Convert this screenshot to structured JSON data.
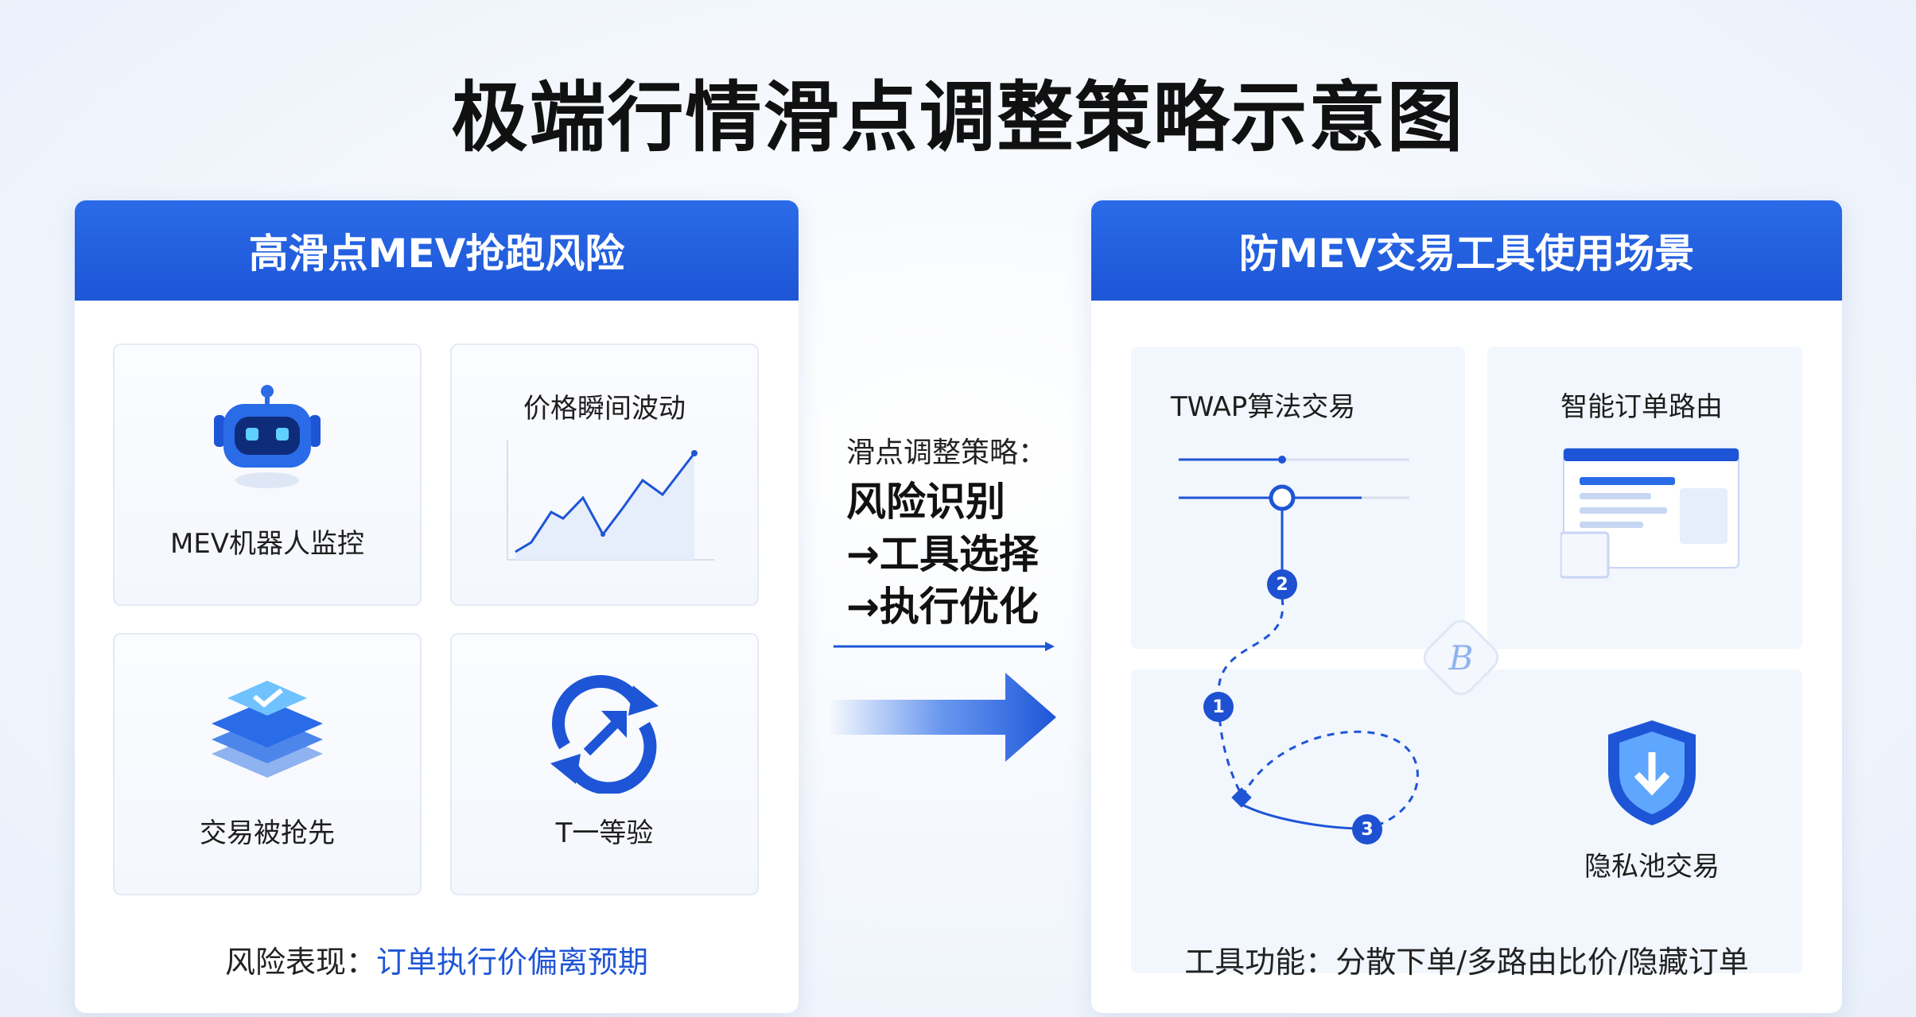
{
  "title": "极端行情滑点调整策略示意图",
  "left_panel": {
    "header": "高滑点MEV抢跑风险",
    "cards": [
      {
        "label": "MEV机器人监控",
        "icon": "robot-icon"
      },
      {
        "label": "价格瞬间波动",
        "icon": "line-chart-icon"
      },
      {
        "label": "交易被抢先",
        "icon": "layers-icon"
      },
      {
        "label": "T一等验",
        "icon": "refresh-arrows-icon"
      }
    ],
    "footer_prefix": "风险表现：",
    "footer_text": "订单执行价偏离预期"
  },
  "middle": {
    "caption": "滑点调整策略：",
    "step1": "风险识别",
    "step2": "→工具选择",
    "step3": "→执行优化"
  },
  "right_panel": {
    "header": "防MEV交易工具使用场景",
    "zones": [
      {
        "label": "TWAP算法交易",
        "icon": "slider-icon"
      },
      {
        "label": "智能订单路由",
        "icon": "browser-window-icon"
      },
      {
        "label": "隐私池交易",
        "icon": "shield-download-icon"
      }
    ],
    "center_icon": "b-logo-icon",
    "steps": [
      "1",
      "2",
      "3"
    ],
    "footer_prefix": "工具功能：",
    "footer_text": "分散下单/多路由比价/隐藏订单"
  },
  "colors": {
    "accent": "#1f55d6",
    "header_blue": "#2a6be8",
    "background": "#f3f7fd"
  }
}
